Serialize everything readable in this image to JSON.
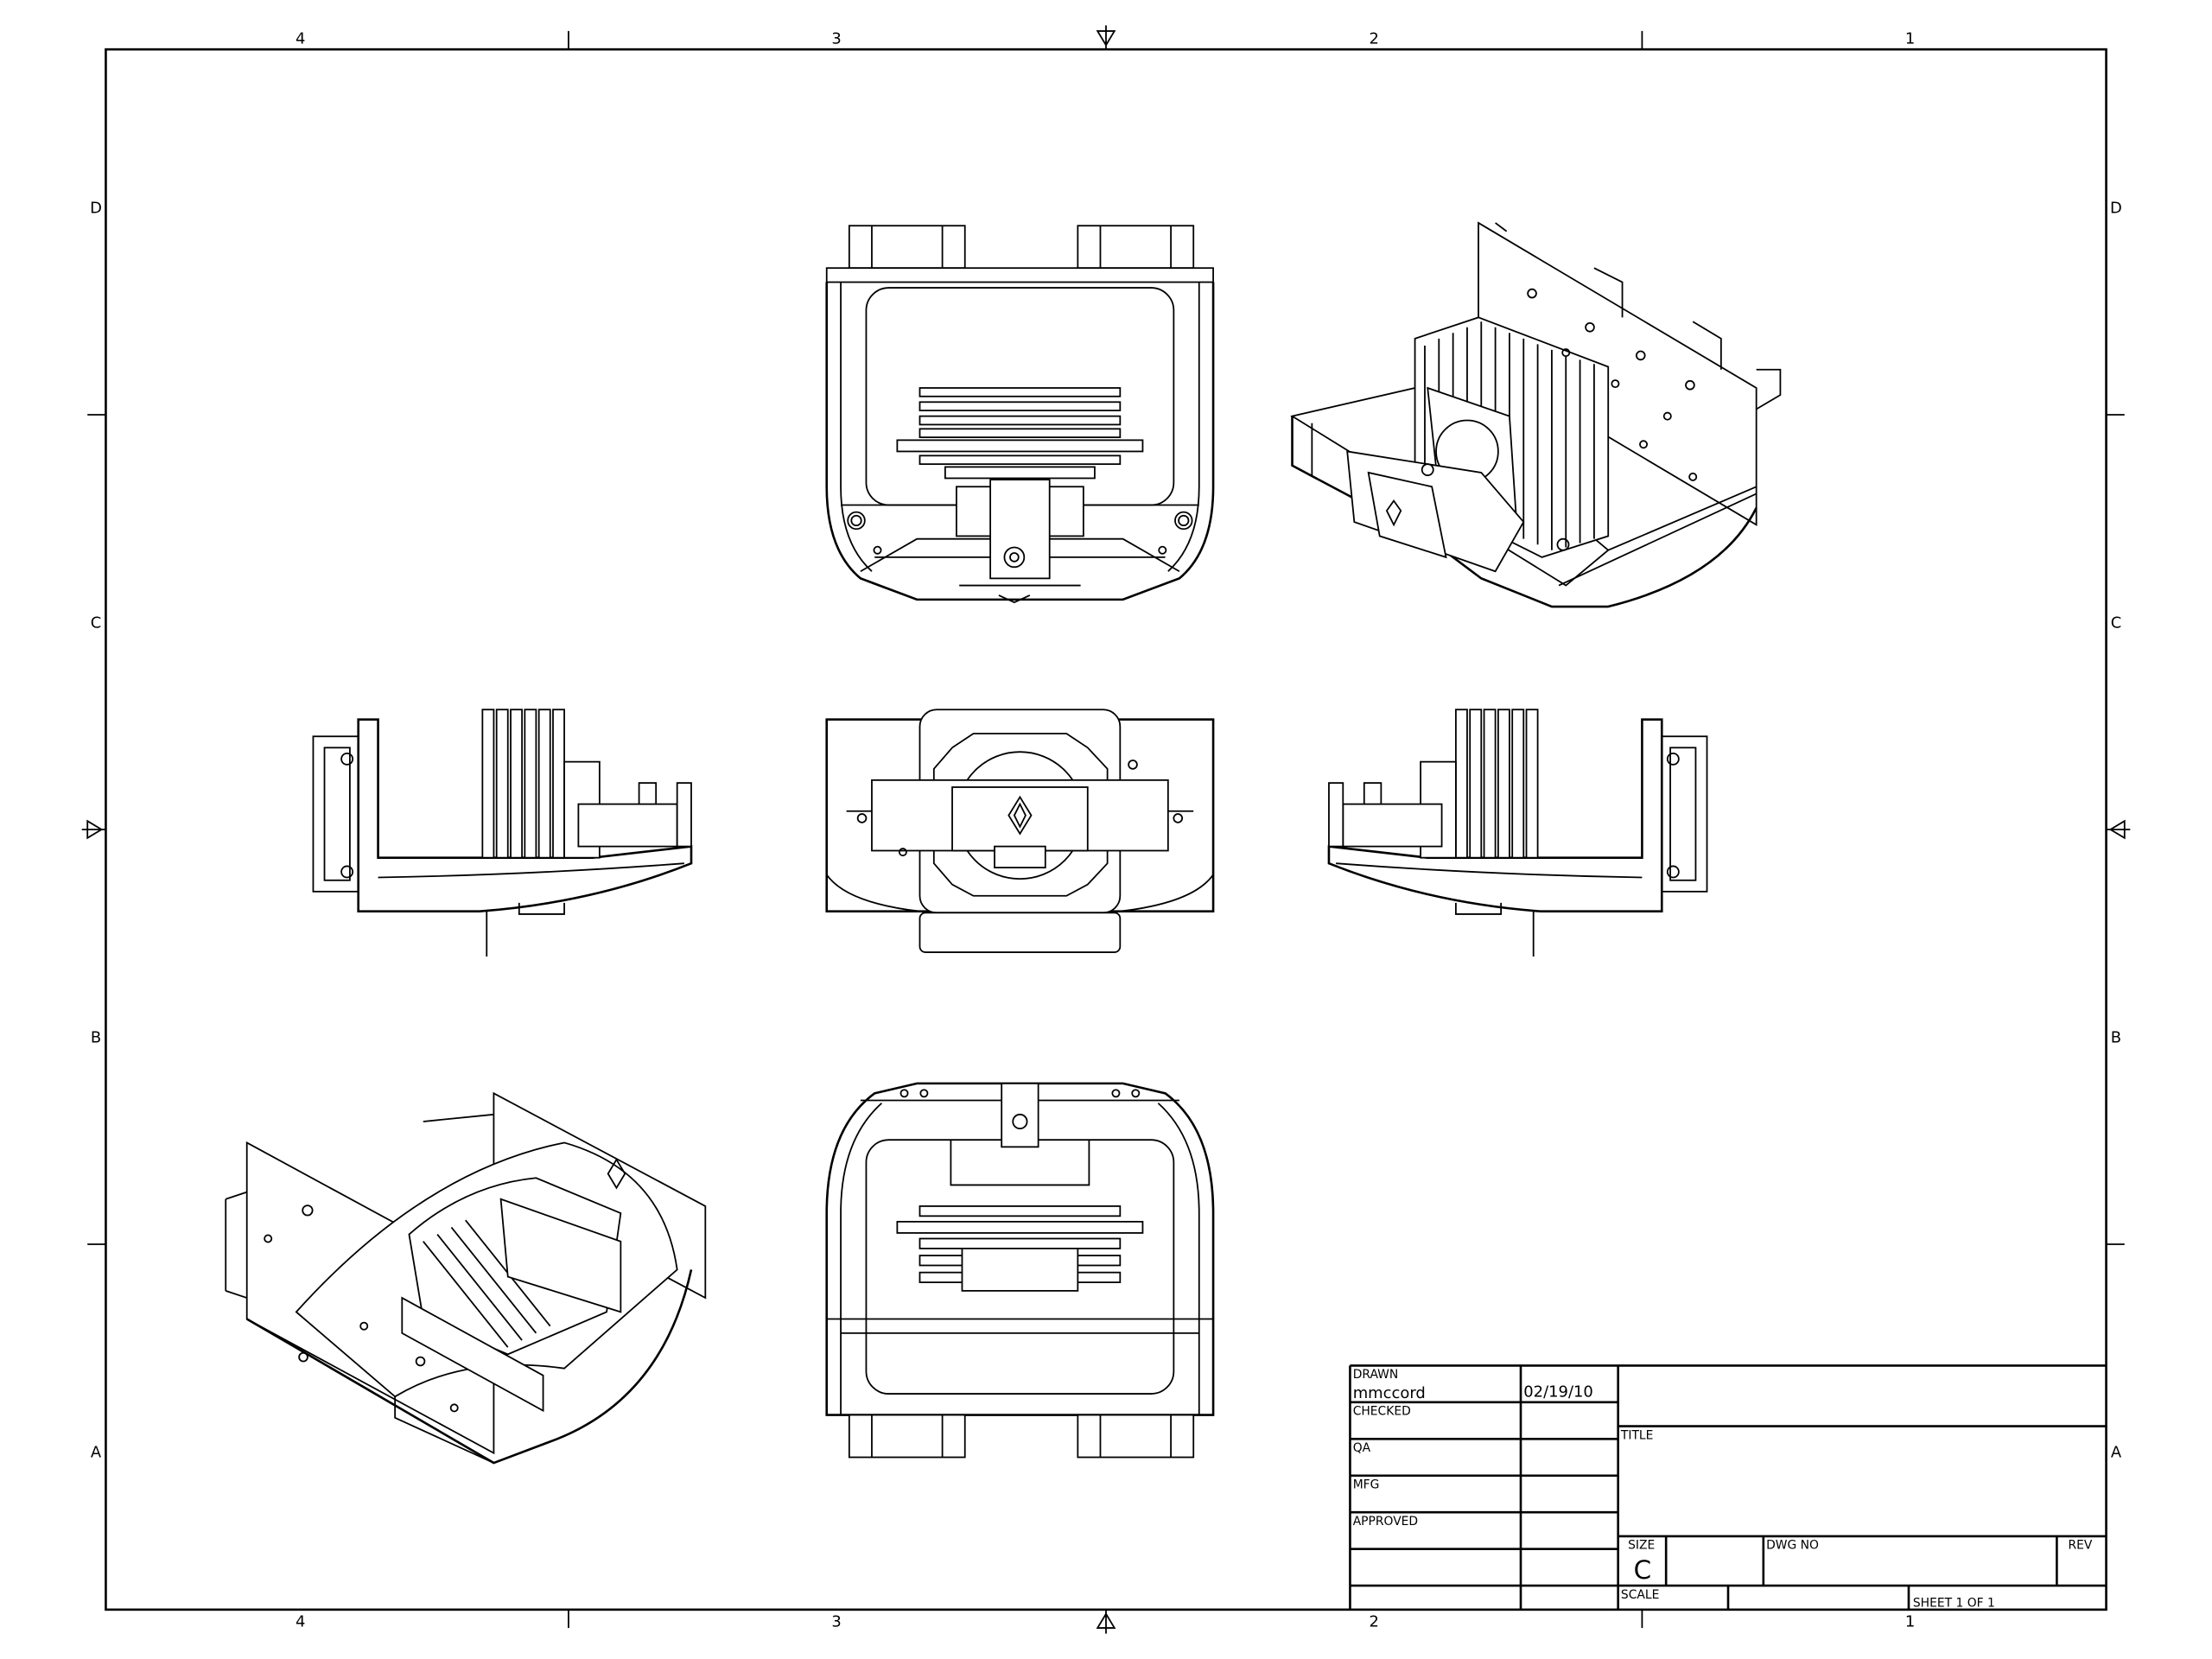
{
  "sheet": {
    "zones_top": [
      "4",
      "3",
      "2",
      "1"
    ],
    "zones_bottom": [
      "4",
      "3",
      "2",
      "1"
    ],
    "zones_left": [
      "D",
      "C",
      "B",
      "A"
    ],
    "zones_right": [
      "D",
      "C",
      "B",
      "A"
    ]
  },
  "title_block": {
    "drawn_label": "DRAWN",
    "drawn_by": "mmccord",
    "drawn_date": "02/19/10",
    "checked_label": "CHECKED",
    "qa_label": "QA",
    "mfg_label": "MFG",
    "approved_label": "APPROVED",
    "title_label": "TITLE",
    "size_label": "SIZE",
    "size_value": "C",
    "dwg_no_label": "DWG NO",
    "rev_label": "REV",
    "scale_label": "SCALE",
    "sheet_text": "SHEET 1  OF 1"
  }
}
